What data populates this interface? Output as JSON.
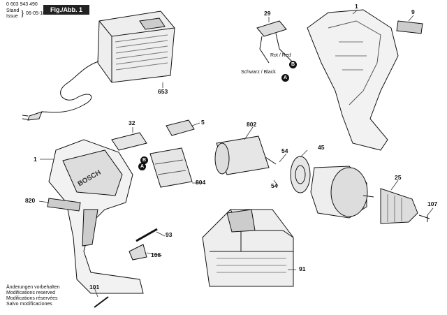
{
  "header": {
    "part_number": "0 603 943 490",
    "stand_label": "Stand",
    "issue_label": "Issue",
    "date": "06-05-10",
    "figure_label": "Fig./Abb. 1"
  },
  "callouts": {
    "c1_top": "1",
    "c9": "9",
    "c29": "29",
    "c653": "653",
    "c32": "32",
    "c5": "5",
    "c802": "802",
    "c54a": "54",
    "c54b": "54",
    "c45": "45",
    "c1_left": "1",
    "c804": "804",
    "c25": "25",
    "c107": "107",
    "c820": "820",
    "c93": "93",
    "c108": "108",
    "c91": "91",
    "c101": "101"
  },
  "wiring": {
    "red_label": "Rot / Red",
    "black_label": "Schwarz / Black",
    "marker_a": "A",
    "marker_b": "B"
  },
  "brand": "BOSCH",
  "footer": {
    "line1": "Änderungen vorbehalten",
    "line2": "Modifications reserved",
    "line3": "Modifications réservées",
    "line4": "Salvo modificaciones"
  }
}
